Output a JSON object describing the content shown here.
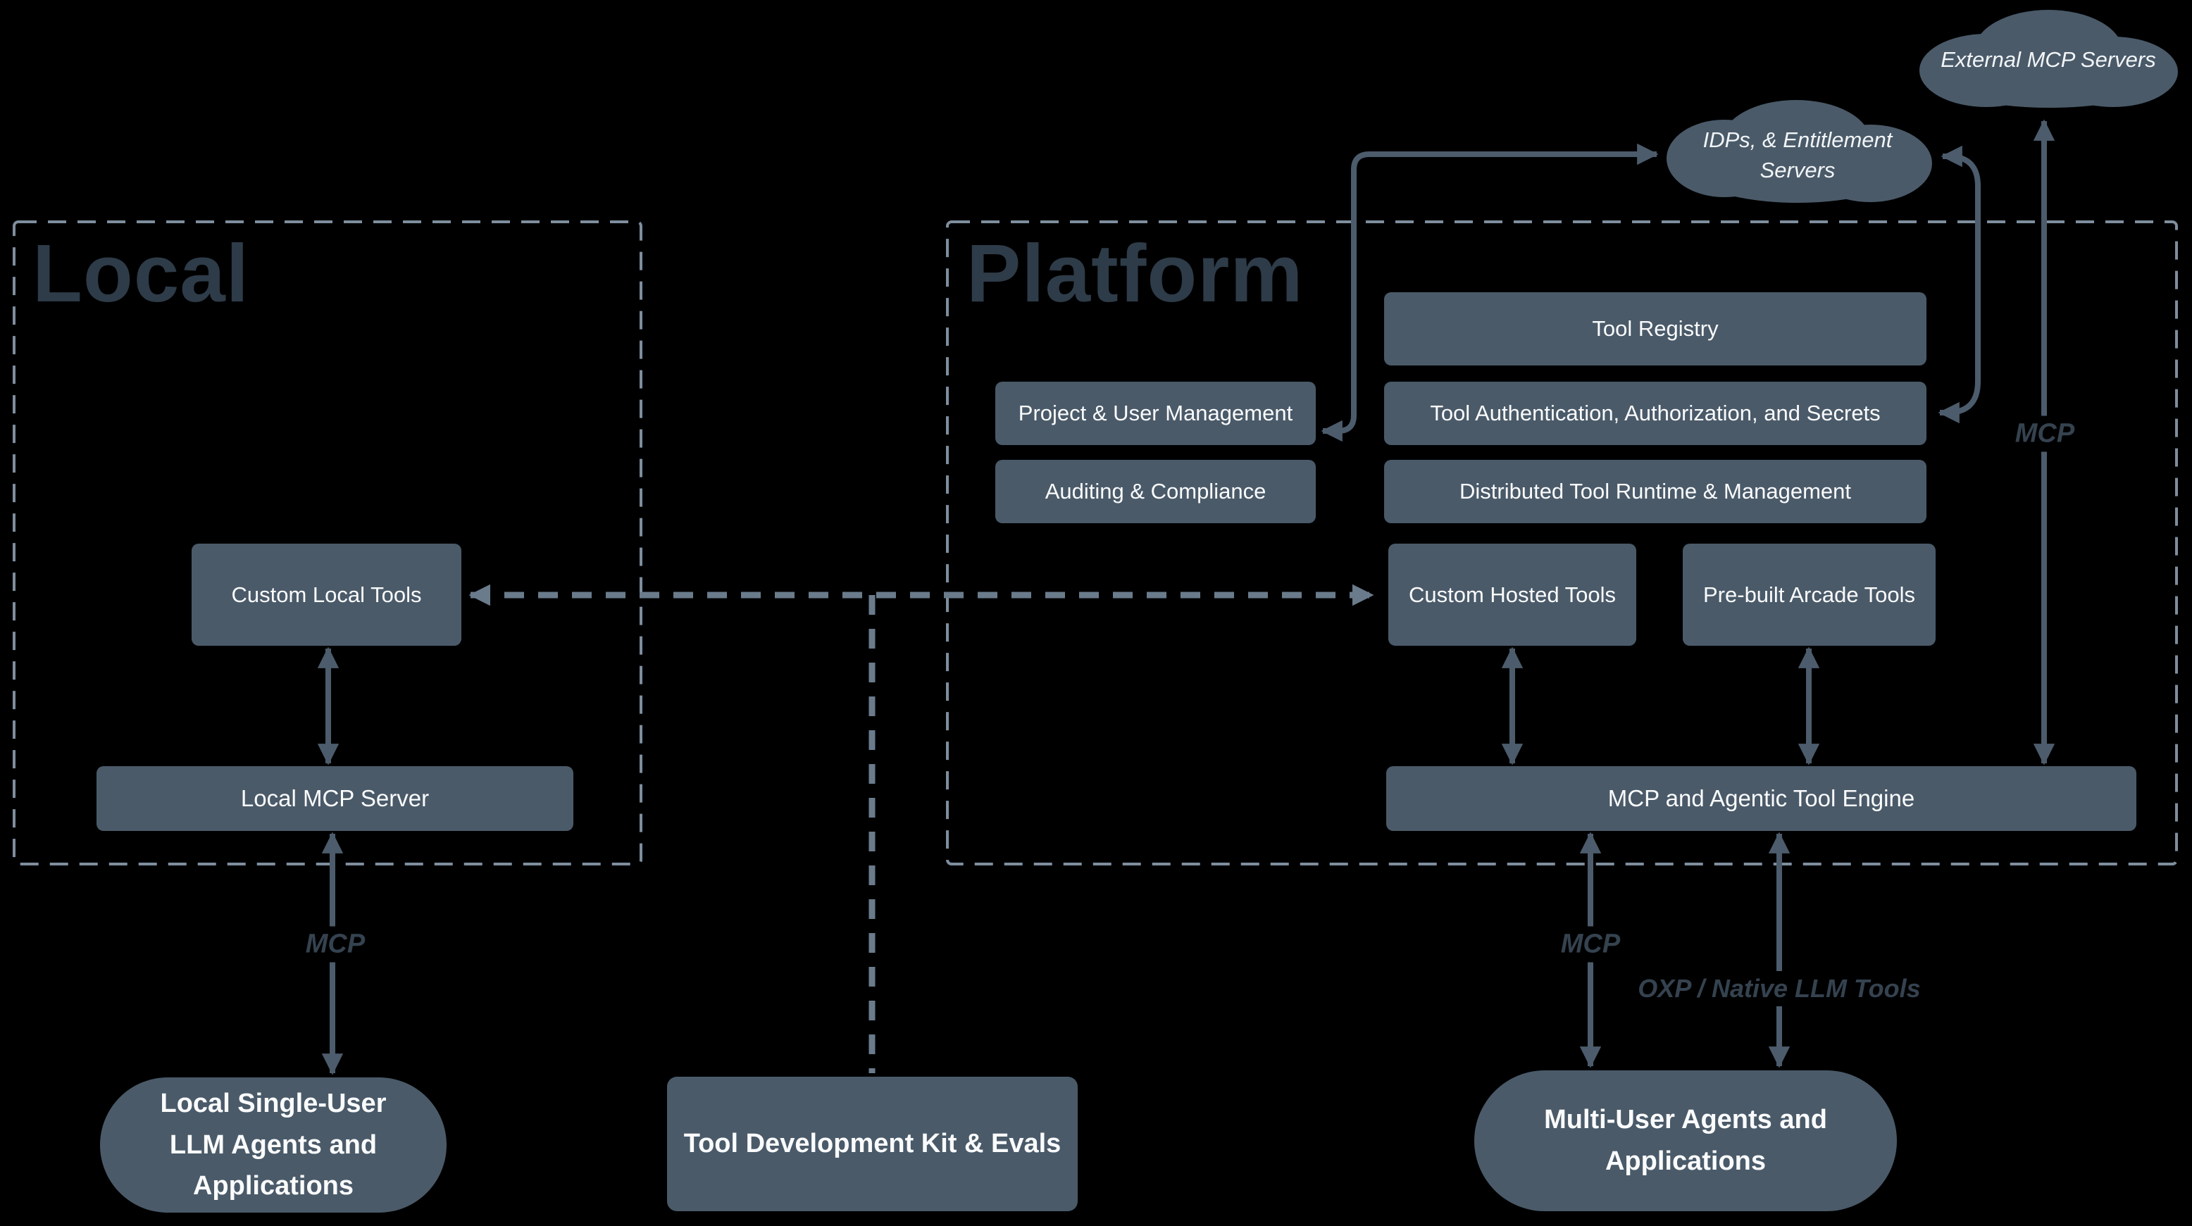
{
  "background": "#000000",
  "colors": {
    "node_fill": "#4A5A69",
    "connector": "#4C5C6C",
    "dashed_connector": "#6A7B8C",
    "region_border": "#7E8E9E",
    "region_title": "#2E3B48",
    "edge_label": "#35424F",
    "node_text": "#FAFBFC"
  },
  "regions": {
    "local": {
      "title": "Local"
    },
    "platform": {
      "title": "Platform"
    }
  },
  "clouds": {
    "external": {
      "line1": "External MCP Servers",
      "line2": ""
    },
    "idp": {
      "line1": "IDPs, & Entitlement",
      "line2": "Servers"
    }
  },
  "nodes": {
    "tool_registry": {
      "label": "Tool Registry"
    },
    "project_user_management": {
      "label": "Project & User Management"
    },
    "tool_auth": {
      "label": "Tool Authentication, Authorization, and Secrets"
    },
    "auditing_compliance": {
      "label": "Auditing & Compliance"
    },
    "distributed_runtime": {
      "label": "Distributed Tool Runtime & Management"
    },
    "custom_local_tools": {
      "label": "Custom Local Tools"
    },
    "custom_hosted_tools": {
      "label": "Custom Hosted Tools"
    },
    "prebuilt_arcade_tools": {
      "label": "Pre-built Arcade Tools"
    },
    "local_mcp_server": {
      "label": "Local MCP Server"
    },
    "mcp_engine": {
      "label": "MCP and Agentic Tool Engine"
    },
    "local_agents": {
      "line1": "Local Single-User",
      "line2": "LLM Agents and Applications"
    },
    "tdk": {
      "label": "Tool Development Kit & Evals"
    },
    "multi_user_agents": {
      "line1": "Multi-User Agents and",
      "line2": "Applications"
    }
  },
  "edge_labels": {
    "mcp_local": "MCP",
    "mcp_multi": "MCP",
    "mcp_external": "MCP",
    "oxp": "OXP / Native LLM Tools"
  }
}
